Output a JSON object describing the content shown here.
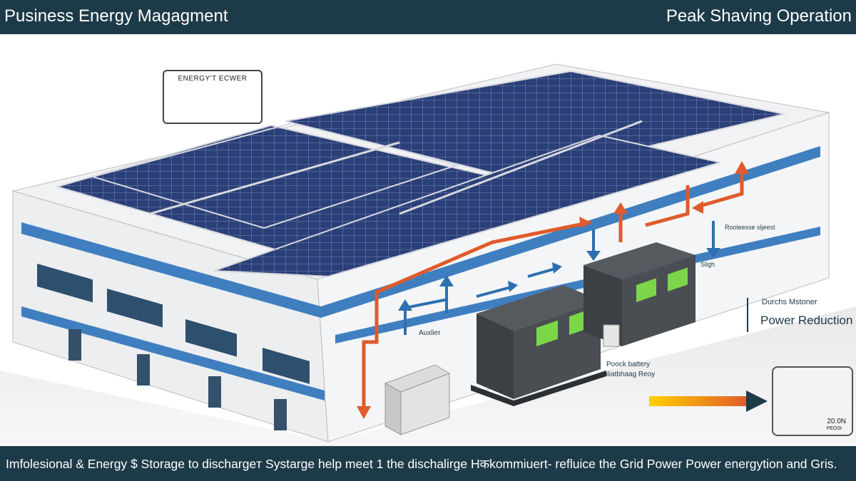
{
  "header": {
    "left_title": "Pusiness Energy Magagment",
    "right_title": "Peak Shaving Operation"
  },
  "footer": {
    "caption": "Imfolesional & Energy $ Storage to dischargeт Systarge help meet 1 the dischalirge Hकkommiuert- refluice the Grid Power Power energytion and Gris."
  },
  "gauge_top": {
    "title": "ENERGY'T ECWER"
  },
  "labels": {
    "auxiliary": "Auxlier",
    "battery_line1": "Poock battery",
    "battery_line2": "bliatbhaag Reoy",
    "rooftop_label": "Rooleesse sljeest",
    "small_label": "Sligh",
    "side_label_top": "Durchs Mstoner",
    "side_label_main": "Power Reduction"
  },
  "gauge_bottom": {
    "value": "20.0N",
    "unit": "PEOSt"
  },
  "colors": {
    "navy": "#1d3a48",
    "accent_blue": "#3f7fc0",
    "arrow_orange": "#e05a2a",
    "arrow_blue": "#2e6fb0",
    "panel_blue": "#2b3f78",
    "battery_green": "#7bd64a"
  }
}
